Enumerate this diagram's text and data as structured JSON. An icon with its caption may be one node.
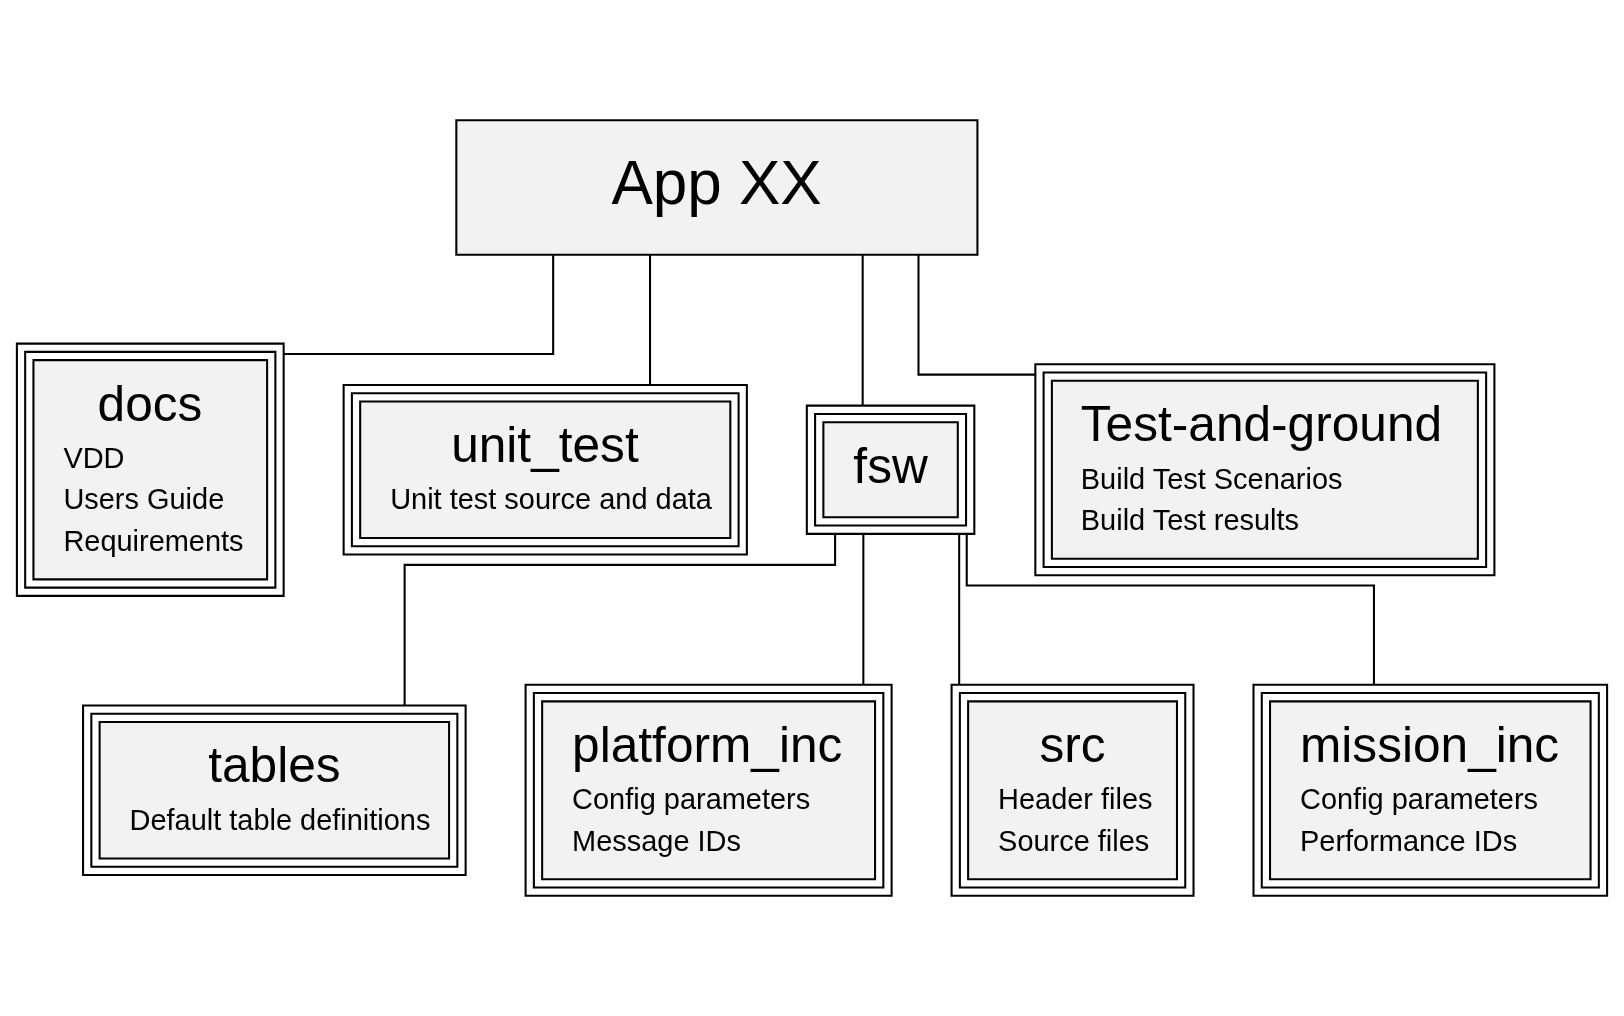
{
  "diagram": {
    "nodes": [
      {
        "text": [
          "App XX"
        ]
      },
      {
        "text": [
          "docs",
          "VDD",
          "Users Guide",
          "Requirements"
        ]
      },
      {
        "text": [
          "unit_test",
          "Unit test source and data"
        ]
      },
      {
        "text": [
          "fsw"
        ]
      },
      {
        "text": [
          "Test-and-ground",
          "Build Test Scenarios",
          "Build Test results"
        ]
      },
      {
        "text": [
          "tables",
          "Default table definitions"
        ]
      },
      {
        "text": [
          "platform_inc",
          "Config parameters",
          "Message IDs"
        ]
      },
      {
        "text": [
          "src",
          "Header files",
          "Source files"
        ]
      },
      {
        "text": [
          "mission_inc",
          "Config parameters",
          "Performance IDs"
        ]
      }
    ],
    "edges": [
      {
        "from": 0,
        "to": 1,
        "arrow": "none"
      },
      {
        "from": 0,
        "to": 2,
        "arrow": "none"
      },
      {
        "from": 0,
        "to": 3,
        "arrow": "none"
      },
      {
        "from": 0,
        "to": 4,
        "arrow": "none"
      },
      {
        "from": 3,
        "to": 7,
        "arrow": "none"
      },
      {
        "from": 3,
        "to": 5,
        "arrow": "none"
      },
      {
        "from": 3,
        "to": 8,
        "arrow": "none"
      },
      {
        "from": 3,
        "to": 6,
        "arrow": "none"
      }
    ]
  }
}
